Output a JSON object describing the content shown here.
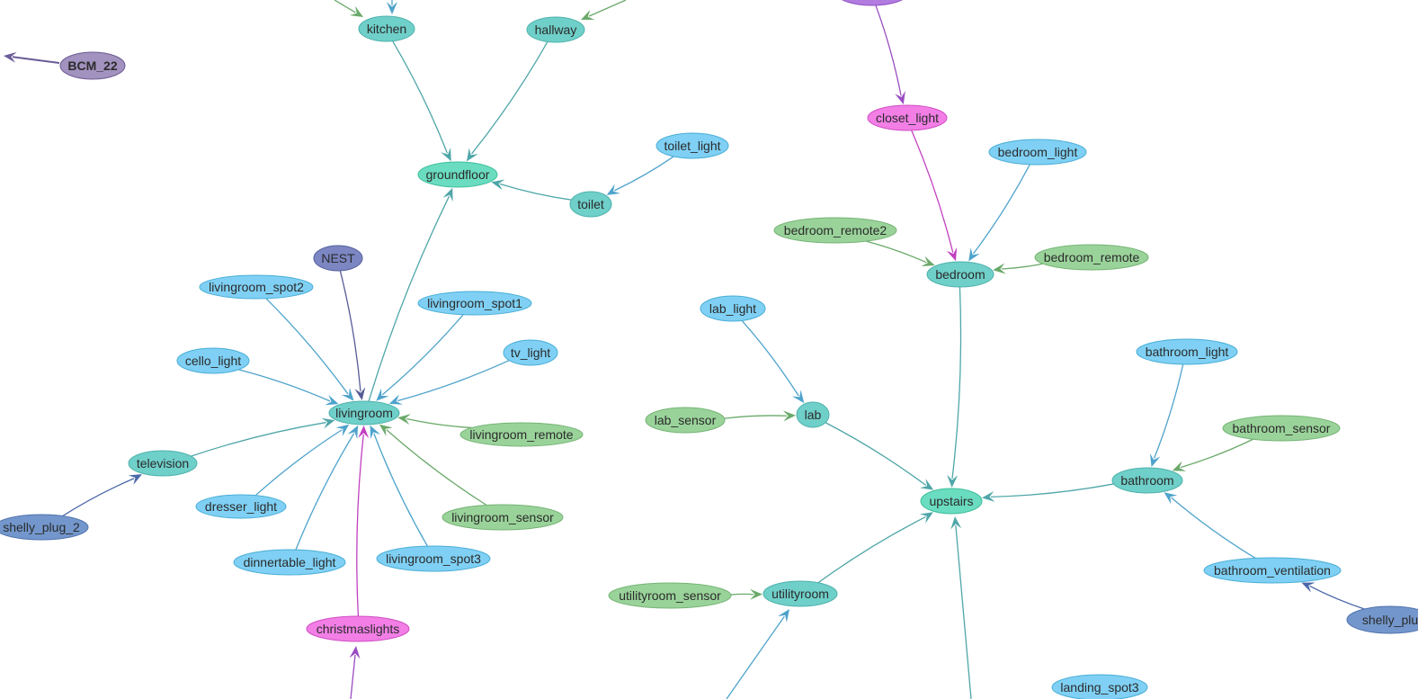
{
  "colors": {
    "room": "#6fcfc9",
    "floor": "#6adcc0",
    "light": "#7fd0f4",
    "sensor": "#9ad39a",
    "plug": "#7397cc",
    "thermostat": "#7b86c2",
    "festive": "#f27ee6",
    "gpio": "#a292bf",
    "purple": "#b27be0"
  },
  "graph": {
    "nodes": [
      {
        "id": "kitchen",
        "label": "kitchen",
        "kind": "room"
      },
      {
        "id": "hallway",
        "label": "hallway",
        "kind": "room"
      },
      {
        "id": "bcm_22",
        "label": "BCM_22",
        "kind": "gpio",
        "bold": true
      },
      {
        "id": "groundfloor",
        "label": "groundfloor",
        "kind": "floor"
      },
      {
        "id": "toilet_light",
        "label": "toilet_light",
        "kind": "light"
      },
      {
        "id": "toilet",
        "label": "toilet",
        "kind": "room"
      },
      {
        "id": "nest",
        "label": "NEST",
        "kind": "thermostat"
      },
      {
        "id": "livingroom_spot2",
        "label": "livingroom_spot2",
        "kind": "light"
      },
      {
        "id": "livingroom_spot1",
        "label": "livingroom_spot1",
        "kind": "light"
      },
      {
        "id": "cello_light",
        "label": "cello_light",
        "kind": "light"
      },
      {
        "id": "tv_light",
        "label": "tv_light",
        "kind": "light"
      },
      {
        "id": "livingroom",
        "label": "livingroom",
        "kind": "room"
      },
      {
        "id": "livingroom_remote",
        "label": "livingroom_remote",
        "kind": "sensor"
      },
      {
        "id": "television",
        "label": "television",
        "kind": "room"
      },
      {
        "id": "dresser_light",
        "label": "dresser_light",
        "kind": "light"
      },
      {
        "id": "livingroom_sensor",
        "label": "livingroom_sensor",
        "kind": "sensor"
      },
      {
        "id": "shelly_plug_2",
        "label": "shelly_plug_2",
        "kind": "plug"
      },
      {
        "id": "dinnertable_light",
        "label": "dinnertable_light",
        "kind": "light"
      },
      {
        "id": "livingroom_spot3",
        "label": "livingroom_spot3",
        "kind": "light"
      },
      {
        "id": "christmaslights",
        "label": "christmaslights",
        "kind": "festive"
      },
      {
        "id": "top_purple",
        "label": "",
        "kind": "purple"
      },
      {
        "id": "closet_light",
        "label": "closet_light",
        "kind": "festive"
      },
      {
        "id": "bedroom_light",
        "label": "bedroom_light",
        "kind": "light"
      },
      {
        "id": "bedroom_remote2",
        "label": "bedroom_remote2",
        "kind": "sensor"
      },
      {
        "id": "bedroom",
        "label": "bedroom",
        "kind": "room"
      },
      {
        "id": "bedroom_remote",
        "label": "bedroom_remote",
        "kind": "sensor"
      },
      {
        "id": "lab_light",
        "label": "lab_light",
        "kind": "light"
      },
      {
        "id": "lab",
        "label": "lab",
        "kind": "room"
      },
      {
        "id": "lab_sensor",
        "label": "lab_sensor",
        "kind": "sensor"
      },
      {
        "id": "bathroom_light",
        "label": "bathroom_light",
        "kind": "light"
      },
      {
        "id": "bathroom_sensor",
        "label": "bathroom_sensor",
        "kind": "sensor"
      },
      {
        "id": "bathroom",
        "label": "bathroom",
        "kind": "room"
      },
      {
        "id": "upstairs",
        "label": "upstairs",
        "kind": "floor"
      },
      {
        "id": "bathroom_ventilation",
        "label": "bathroom_ventilation",
        "kind": "light"
      },
      {
        "id": "shelly_plug_right",
        "label": "shelly_plu",
        "kind": "plug"
      },
      {
        "id": "utilityroom_sensor",
        "label": "utilityroom_sensor",
        "kind": "sensor"
      },
      {
        "id": "utilityroom",
        "label": "utilityroom",
        "kind": "room"
      },
      {
        "id": "landing_spot3",
        "label": "landing_spot3",
        "kind": "light"
      }
    ],
    "edges": [
      {
        "from": "kitchen",
        "to": "groundfloor"
      },
      {
        "from": "hallway",
        "to": "groundfloor"
      },
      {
        "from": "toilet",
        "to": "groundfloor"
      },
      {
        "from": "toilet_light",
        "to": "toilet"
      },
      {
        "from": "livingroom",
        "to": "groundfloor"
      },
      {
        "from": "nest",
        "to": "livingroom"
      },
      {
        "from": "livingroom_spot2",
        "to": "livingroom"
      },
      {
        "from": "livingroom_spot1",
        "to": "livingroom"
      },
      {
        "from": "cello_light",
        "to": "livingroom"
      },
      {
        "from": "tv_light",
        "to": "livingroom"
      },
      {
        "from": "livingroom_remote",
        "to": "livingroom"
      },
      {
        "from": "television",
        "to": "livingroom"
      },
      {
        "from": "dresser_light",
        "to": "livingroom"
      },
      {
        "from": "livingroom_sensor",
        "to": "livingroom"
      },
      {
        "from": "dinnertable_light",
        "to": "livingroom"
      },
      {
        "from": "livingroom_spot3",
        "to": "livingroom"
      },
      {
        "from": "christmaslights",
        "to": "livingroom"
      },
      {
        "from": "shelly_plug_2",
        "to": "television"
      },
      {
        "from": "top_purple",
        "to": "closet_light"
      },
      {
        "from": "closet_light",
        "to": "bedroom"
      },
      {
        "from": "bedroom_light",
        "to": "bedroom"
      },
      {
        "from": "bedroom_remote2",
        "to": "bedroom"
      },
      {
        "from": "bedroom_remote",
        "to": "bedroom"
      },
      {
        "from": "bedroom",
        "to": "upstairs"
      },
      {
        "from": "lab_light",
        "to": "lab"
      },
      {
        "from": "lab_sensor",
        "to": "lab"
      },
      {
        "from": "lab",
        "to": "upstairs"
      },
      {
        "from": "bathroom_light",
        "to": "bathroom"
      },
      {
        "from": "bathroom_sensor",
        "to": "bathroom"
      },
      {
        "from": "bathroom",
        "to": "upstairs"
      },
      {
        "from": "bathroom_ventilation",
        "to": "bathroom"
      },
      {
        "from": "shelly_plug_right",
        "to": "bathroom_ventilation"
      },
      {
        "from": "utilityroom_sensor",
        "to": "utilityroom"
      },
      {
        "from": "utilityroom",
        "to": "upstairs"
      }
    ]
  }
}
